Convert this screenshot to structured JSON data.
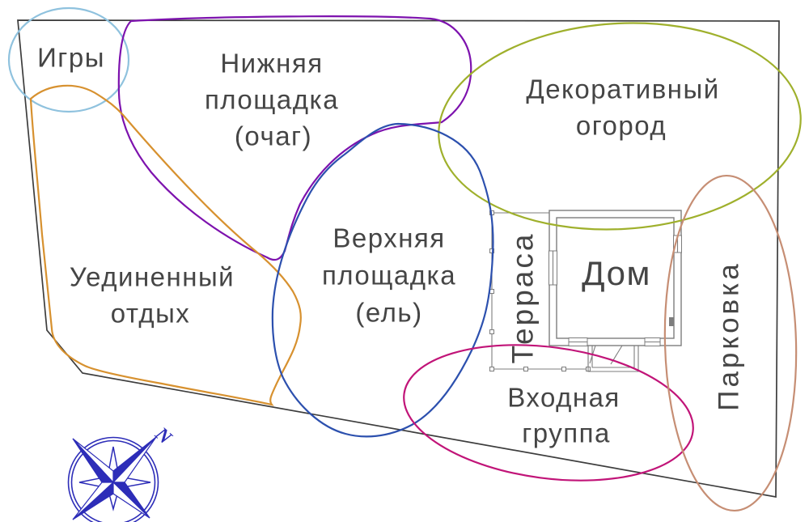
{
  "zones": [
    {
      "id": "games",
      "lines": [
        "Игры"
      ],
      "color": "#8fc2de"
    },
    {
      "id": "lower",
      "lines": [
        "Нижняя",
        "площадка",
        "(очаг)"
      ],
      "color": "#7d12ae"
    },
    {
      "id": "garden",
      "lines": [
        "Декоративный",
        "огород"
      ],
      "color": "#9fb02c"
    },
    {
      "id": "rest",
      "lines": [
        "Уединенный",
        "отдых"
      ],
      "color": "#d7912f"
    },
    {
      "id": "upper",
      "lines": [
        "Верхняя",
        "площадка",
        "(ель)"
      ],
      "color": "#2c50ae"
    },
    {
      "id": "entrance",
      "lines": [
        "Входная",
        "группа"
      ],
      "color": "#c11478"
    },
    {
      "id": "parking",
      "lines": [
        "Парковка"
      ],
      "color": "#c68e74"
    }
  ],
  "plan": {
    "house_label": "Дом",
    "terrace_label": "Терраса"
  },
  "compass": {
    "north_label": "N",
    "color": "#2d2db8"
  },
  "colors": {
    "background": "#ffffff",
    "boundary": "#3d3d3d",
    "plan_lines": "#7d7d7d",
    "text": "#454545"
  }
}
